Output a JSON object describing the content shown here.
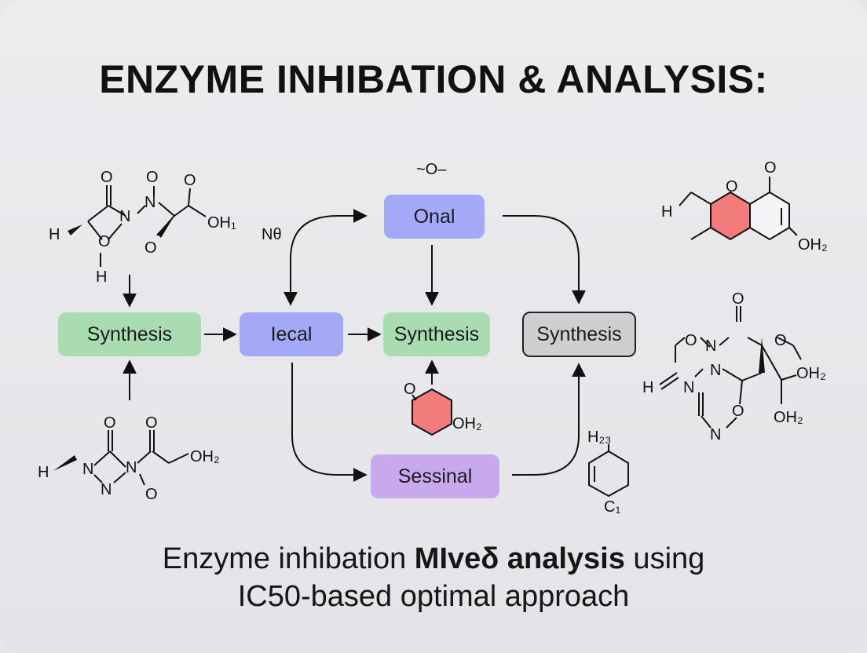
{
  "title": "ENZYME INHIBATION & ANALYSIS:",
  "caption": {
    "line1_pre": "Enzyme inhibation ",
    "line1_bold": "MIveδ analysis",
    "line1_post": " using",
    "line2": "IC50-based optimal approach"
  },
  "nodes": {
    "synthesis_left": "Synthesis",
    "iecal": "Iecal",
    "onal": "Onal",
    "synthesis_mid": "Synthesis",
    "synthesis_right": "Synthesis",
    "sessinal": "Sessinal"
  },
  "labels": {
    "no_label": "Nθ",
    "top_formula": "~O–"
  },
  "molecules": {
    "m1": [
      "O",
      "N",
      "O",
      "O",
      "N",
      "O",
      "OH₁",
      "H",
      "O",
      "H"
    ],
    "m2": [
      "O",
      "O",
      "H",
      "N",
      "N",
      "N",
      "O",
      "OH₂"
    ],
    "m3": [
      "O",
      "OH₂"
    ],
    "m4": [
      "H₂₃",
      "C₁"
    ],
    "m5": [
      "H",
      "O",
      "O",
      "OH₂"
    ],
    "m6": [
      "O",
      "O",
      "N",
      "O",
      "N",
      "H",
      "N",
      "OH₂",
      "OH₂",
      "O",
      "N"
    ]
  },
  "colors": {
    "green": "#a9dcb0",
    "blue": "#a3a9f7",
    "purple": "#c9a9ee",
    "gray": "#cfcfd2",
    "ring_red": "#f27c7c"
  }
}
